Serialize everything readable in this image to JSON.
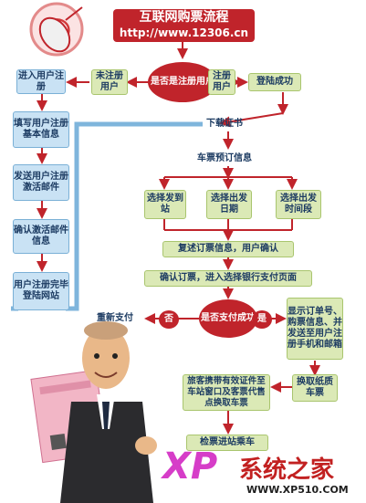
{
  "title": {
    "main": "互联网购票流程",
    "url": "http://www.12306.cn"
  },
  "decision1": "是否是注册用户",
  "unregistered": "未注册用户",
  "registered": "注册用户",
  "login_success": "登陆成功",
  "enter_register": "进入用户注册",
  "left_steps": [
    "填写用户注册基本信息",
    "发送用户注册激活邮件",
    "确认激活邮件信息",
    "用户注册完毕登陆网站"
  ],
  "download_cert": "下载证书",
  "reserve": "车票预订信息",
  "choices": [
    "选择发到站",
    "选择出发日期",
    "选择出发时间段"
  ],
  "review": "复述订票信息，用户确认",
  "confirm": "确认订票，进入选择银行支付页面",
  "decision2": "是否支付成功",
  "no": "否",
  "yes": "是",
  "repay": "重新支付",
  "show_order": "显示订单号、购票信息、并发送至用户注册手机和邮箱",
  "exchange": "换取纸质车票",
  "passenger": "旅客携带有效证件至车站窗口及客票代售点换取车票",
  "board": "检票进站乘车",
  "logo": {
    "xp": "XP",
    "name": "系统之家",
    "url": "WWW.XP510.COM"
  },
  "colors": {
    "red": "#c0242b",
    "green": "#dbe9b6",
    "blue": "#c9e2f4",
    "line": "#7fb5dc",
    "arrow": "#c0242b"
  }
}
